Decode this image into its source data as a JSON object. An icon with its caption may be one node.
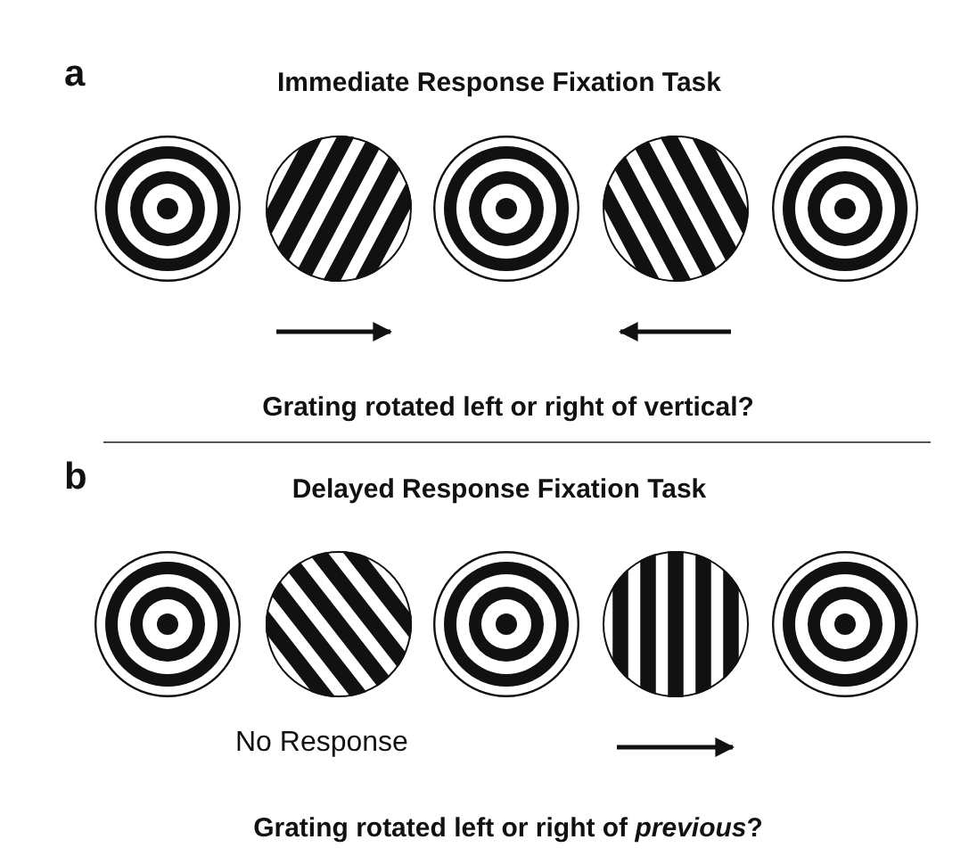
{
  "diagram": {
    "labels": [
      "a",
      "Immediate Response Fixation Task",
      "Grating rotated left or right of vertical?",
      "b",
      "Delayed Response Fixation Task",
      "No Response",
      "Grating rotated left or right of *previous*?"
    ]
  }
}
